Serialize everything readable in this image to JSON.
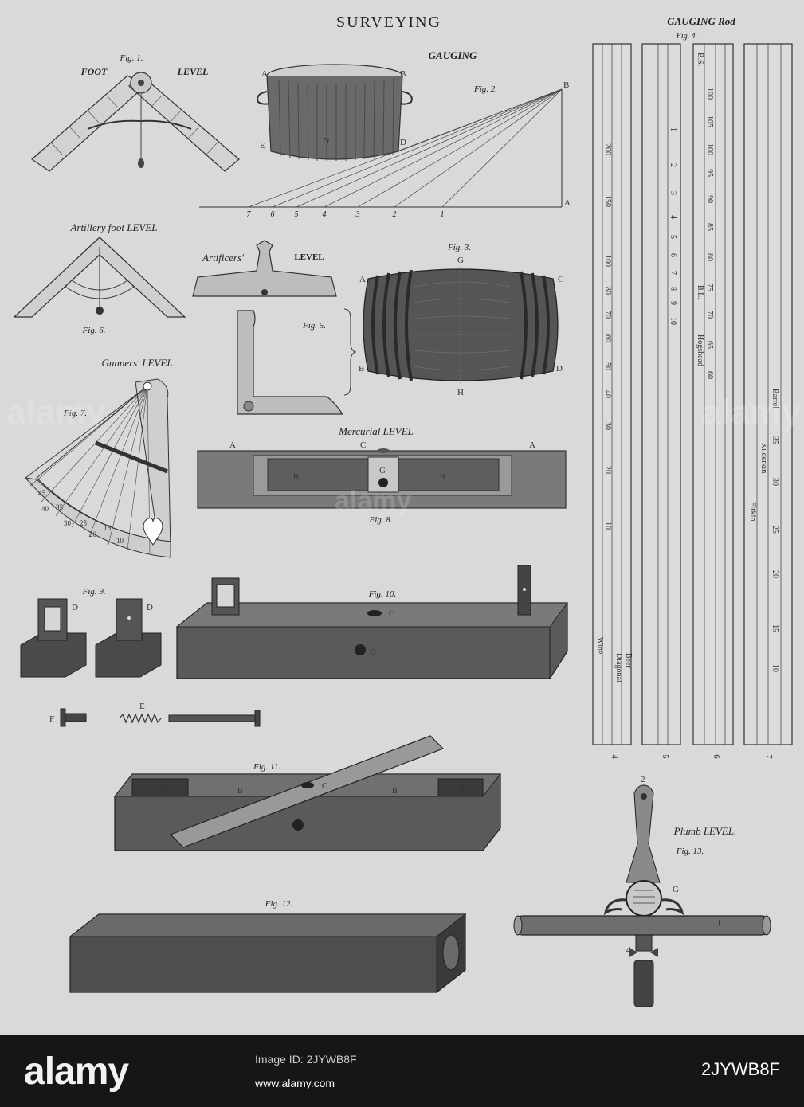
{
  "plate": {
    "title": "SURVEYING",
    "gauging_rod_title": "GAUGING Rod",
    "gauging_title": "GAUGING"
  },
  "figures": {
    "fig1": {
      "label": "Fig. 1.",
      "caption_left": "FOOT",
      "caption_right": "LEVEL"
    },
    "fig2": {
      "label": "Fig. 2.",
      "letters": [
        "A",
        "B",
        "E",
        "D",
        "D",
        "B",
        "A"
      ],
      "scale": [
        "7",
        "6",
        "5",
        "4",
        "3",
        "2",
        "1"
      ]
    },
    "fig3": {
      "label": "Fig. 3.",
      "letters": [
        "G",
        "A",
        "C",
        "B",
        "D",
        "H"
      ]
    },
    "fig4": {
      "label": "Fig. 4."
    },
    "fig5": {
      "label": "Fig. 5."
    },
    "fig6": {
      "label": "Fig. 6.",
      "caption": "Artillery foot LEVEL"
    },
    "fig_artificers": {
      "caption_left": "Artificers'",
      "caption_right": "LEVEL"
    },
    "fig7": {
      "label": "Fig. 7.",
      "caption": "Gunners' LEVEL",
      "scale": [
        "45",
        "40",
        "35",
        "30",
        "25",
        "20",
        "15",
        "10"
      ]
    },
    "fig8": {
      "label": "Fig. 8.",
      "caption": "Mercurial LEVEL",
      "letters": [
        "A",
        "C",
        "A",
        "B",
        "G",
        "B"
      ]
    },
    "fig9": {
      "label": "Fig. 9.",
      "letters": [
        "D",
        "D"
      ]
    },
    "fig10": {
      "label": "Fig. 10.",
      "letters": [
        "C",
        "G",
        "F",
        "E"
      ]
    },
    "fig11": {
      "label": "Fig. 11.",
      "letters": [
        "A",
        "B",
        "C",
        "B",
        "A"
      ]
    },
    "fig12": {
      "label": "Fig. 12."
    },
    "fig13": {
      "label": "Fig. 13.",
      "caption": "Plumb LEVEL.",
      "letters": [
        "2",
        "G",
        "1",
        "4"
      ]
    }
  },
  "rods": [
    {
      "number": "4",
      "labels": [
        "Wine",
        "Diagonal",
        "Beer"
      ],
      "marks": [
        "200",
        "150",
        "100",
        "80",
        "70",
        "60",
        "50",
        "40",
        "30",
        "20",
        "10"
      ]
    },
    {
      "number": "5",
      "labels": [],
      "marks": [
        "1",
        "2",
        "3",
        "4",
        "5",
        "6",
        "7",
        "8",
        "9",
        "10"
      ]
    },
    {
      "number": "6",
      "labels": [
        "B.S.",
        "B.L.",
        "Hogshead"
      ],
      "marks": [
        "100",
        "105",
        "100",
        "95",
        "90",
        "85",
        "80",
        "75",
        "70",
        "65",
        "60"
      ]
    },
    {
      "number": "7",
      "labels": [
        "Barrel",
        "Kilderkin",
        "Firkin"
      ],
      "marks": [
        "35",
        "30",
        "25",
        "20",
        "15",
        "10"
      ]
    }
  ],
  "footer": {
    "brand": "alamy",
    "info": "Image ID: 2JYWB8F",
    "link": "www.alamy.com",
    "code": "2JYWB8F"
  }
}
